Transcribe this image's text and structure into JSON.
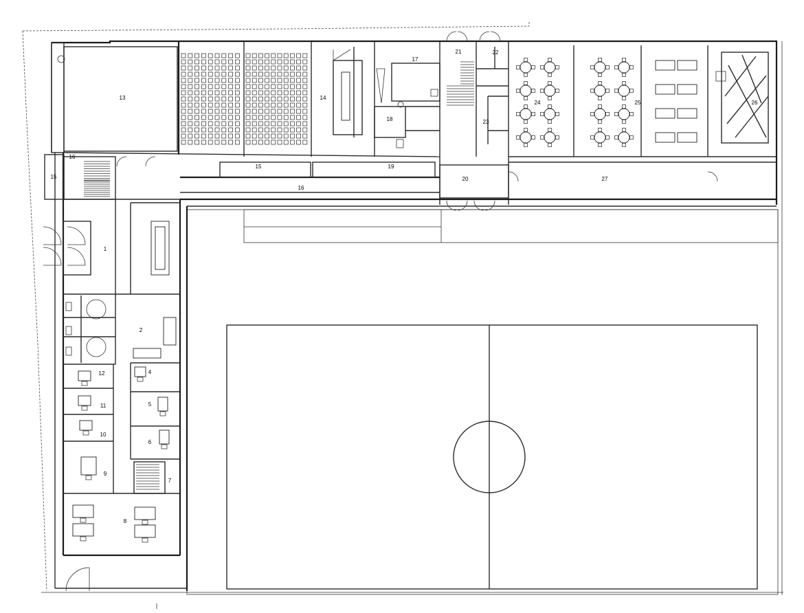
{
  "rooms": [
    {
      "id": "r1",
      "label": "1"
    },
    {
      "id": "r2",
      "label": "2"
    },
    {
      "id": "r4",
      "label": "4"
    },
    {
      "id": "r5",
      "label": "5"
    },
    {
      "id": "r6",
      "label": "6"
    },
    {
      "id": "r7",
      "label": "7"
    },
    {
      "id": "r8",
      "label": "8"
    },
    {
      "id": "r9",
      "label": "9"
    },
    {
      "id": "r10",
      "label": "10"
    },
    {
      "id": "r11",
      "label": "11"
    },
    {
      "id": "r12",
      "label": "12"
    },
    {
      "id": "r13",
      "label": "13"
    },
    {
      "id": "r14",
      "label": "14"
    },
    {
      "id": "r15a",
      "label": "15"
    },
    {
      "id": "r15b",
      "label": "15"
    },
    {
      "id": "r16a",
      "label": "16"
    },
    {
      "id": "r16b",
      "label": "16"
    },
    {
      "id": "r17",
      "label": "17"
    },
    {
      "id": "r18",
      "label": "18"
    },
    {
      "id": "r19",
      "label": "19"
    },
    {
      "id": "r20",
      "label": "20"
    },
    {
      "id": "r21",
      "label": "21"
    },
    {
      "id": "r22",
      "label": "22"
    },
    {
      "id": "r23",
      "label": "23"
    },
    {
      "id": "r24",
      "label": "24"
    },
    {
      "id": "r25",
      "label": "25"
    },
    {
      "id": "r26",
      "label": "26"
    },
    {
      "id": "r27",
      "label": "27"
    }
  ]
}
